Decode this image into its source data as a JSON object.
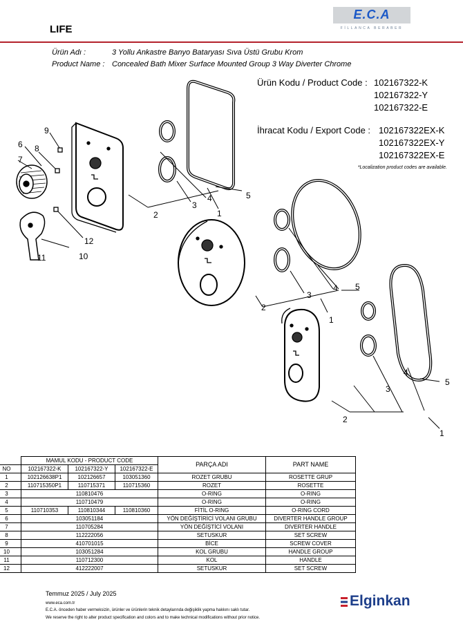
{
  "header": {
    "title": "LIFE",
    "logo_text": "E.C.A",
    "logo_subtitle": "FİLLANCA BERABER"
  },
  "product": {
    "name_label_tr": "Ürün Adı :",
    "name_value_tr": "3 Yollu Ankastre Banyo Bataryası Sıva Üstü Grubu Krom",
    "name_label_en": "Product Name :",
    "name_value_en": "Concealed Bath Mixer Surface Mounted Group 3 Way Diverter Chrome"
  },
  "codes": {
    "product_code_label": "Ürün Kodu / Product Code :",
    "product_codes": [
      "102167322-K",
      "102167322-Y",
      "102167322-E"
    ],
    "export_code_label": "İhracat Kodu / Export Code :",
    "export_codes": [
      "102167322EX-K",
      "102167322EX-Y",
      "102167322EX-E"
    ],
    "note": "*Localization product codes are available."
  },
  "callouts": {
    "group_a": [
      "9",
      "6",
      "8",
      "7",
      "12",
      "11",
      "10",
      "2",
      "3",
      "4",
      "1",
      "5"
    ],
    "group_b": [
      "2",
      "3",
      "4",
      "5",
      "1"
    ],
    "group_c": [
      "2",
      "3",
      "4",
      "5",
      "1"
    ]
  },
  "table": {
    "header_group": "MAMUL KODU - PRODUCT  CODE",
    "col_no": "NO",
    "col_codes": [
      "102167322-K",
      "102167322-Y",
      "102167322-E"
    ],
    "col_part_tr": "PARÇA ADI",
    "col_part_en": "PART NAME",
    "rows": [
      {
        "no": "1",
        "k": "102126638P1",
        "y": "102126657",
        "e": "103051360",
        "tr": "ROZET GRUBU",
        "en": "ROSETTE GRUP"
      },
      {
        "no": "2",
        "k": "110715350P1",
        "y": "110715371",
        "e": "110715360",
        "tr": "ROZET",
        "en": "ROSETTE"
      },
      {
        "no": "3",
        "all": "110810476",
        "tr": "O-RING",
        "en": "O-RING"
      },
      {
        "no": "4",
        "all": "110710479",
        "tr": "O-RING",
        "en": "O-RING"
      },
      {
        "no": "5",
        "k": "110710353",
        "y": "110810344",
        "e": "110810360",
        "tr": "FİTİL O-RING",
        "en": "O-RING CORD"
      },
      {
        "no": "6",
        "all": "103051184",
        "tr": "YÖN DEĞİŞTİRİCİ VOLANI GRUBU",
        "en": "DIVERTER HANDLE GROUP"
      },
      {
        "no": "7",
        "all": "110705284",
        "tr": "YÖN DEĞİŞTİCİ VOLANI",
        "en": "DIVERTER HANDLE"
      },
      {
        "no": "8",
        "all": "112222056",
        "tr": "SETUSKUR",
        "en": "SET SCREW"
      },
      {
        "no": "9",
        "all": "410701015",
        "tr": "BİCE",
        "en": "SCREW COVER"
      },
      {
        "no": "10",
        "all": "103051284",
        "tr": "KOL GRUBU",
        "en": "HANDLE GROUP"
      },
      {
        "no": "11",
        "all": "110712300",
        "tr": "KOL",
        "en": "HANDLE"
      },
      {
        "no": "12",
        "all": "412222007",
        "tr": "SETUSKUR",
        "en": "SET SCREW"
      }
    ]
  },
  "footer": {
    "date": "Temmuz 2025 / July 2025",
    "url": "www.eca.com.tr",
    "disclaimer_tr": "E.C.A. önceden haber vermeksizin, ürünler ve ürünlerin teknik detaylarında değişiklik yapma hakkını saklı tutar.",
    "disclaimer_en": "We reserve the right to alter product specification and colors and to make technical modifications without prior notice.",
    "brand": "Elginkan"
  },
  "colors": {
    "accent_red": "#b3202a",
    "logo_blue": "#1a58c7",
    "brand_blue": "#1d3e8a"
  }
}
